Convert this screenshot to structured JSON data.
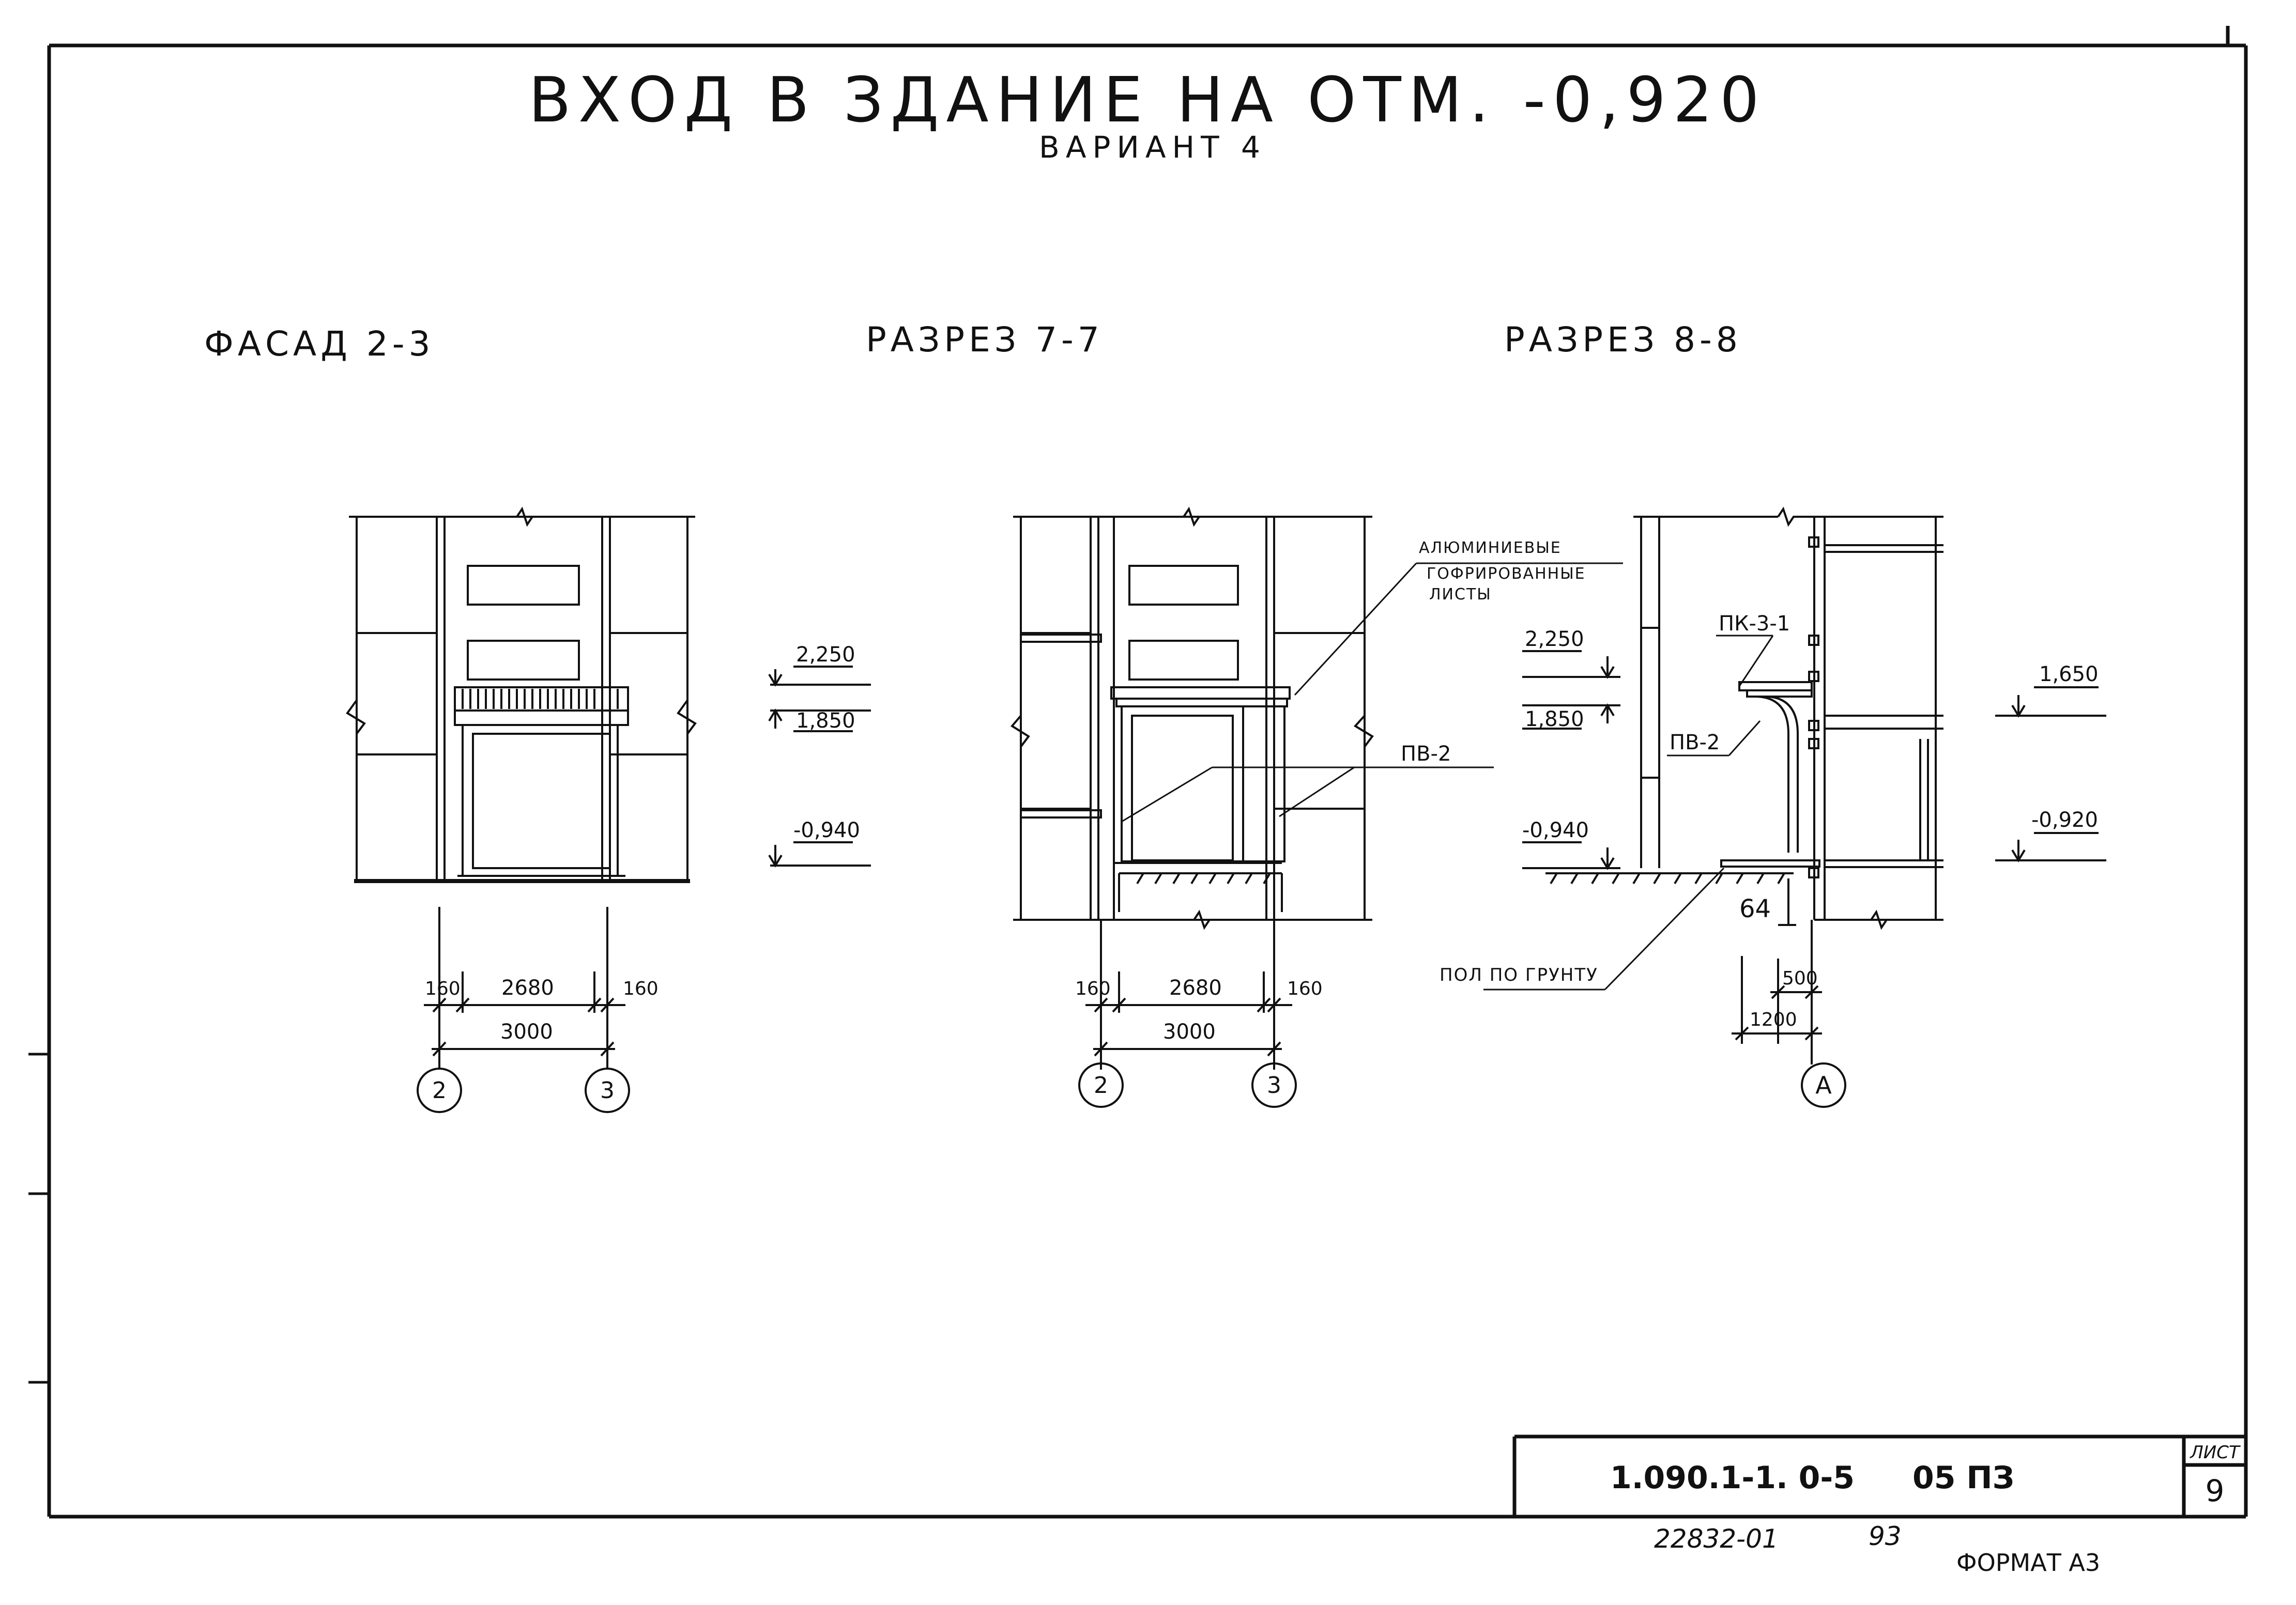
{
  "title": "ВХОД В ЗДАНИЕ НА ОТМ. -0,920",
  "subtitle": "ВАРИАНТ 4",
  "views": {
    "facade": {
      "label": "ФАСАД 2-3",
      "levels": [
        "2,250",
        "1,850",
        "-0,940"
      ],
      "dims": [
        "160",
        "2680",
        "160",
        "3000"
      ],
      "axes": [
        "2",
        "3"
      ]
    },
    "section77": {
      "label": "РАЗРЕЗ 7-7",
      "notes": [
        "АЛЮМИНИЕВЫЕ",
        "ГОФРИРОВАННЫЕ",
        "ЛИСТЫ"
      ],
      "callout": "ПВ-2",
      "dims": [
        "160",
        "2680",
        "160",
        "3000"
      ],
      "axes": [
        "2",
        "3"
      ]
    },
    "section88": {
      "label": "РАЗРЕЗ 8-8",
      "callouts": [
        "ПК-3-1",
        "ПВ-2"
      ],
      "levels_left": [
        "2,250",
        "1,850",
        "-0,940"
      ],
      "levels_right": [
        "1,650",
        "-0,920"
      ],
      "dim_64": "64",
      "dims": [
        "500",
        "1200"
      ],
      "floor_note": "ПОЛ ПО ГРУНТУ",
      "axis": "А"
    }
  },
  "stamp": {
    "code": "1.090.1-1. 0-5",
    "section": "05 ПЗ",
    "sheet_label": "ЛИСТ",
    "sheet_number": "9"
  },
  "footer": {
    "inventory": "22832-01",
    "year": "93",
    "format": "ФОРМАТ А3"
  }
}
